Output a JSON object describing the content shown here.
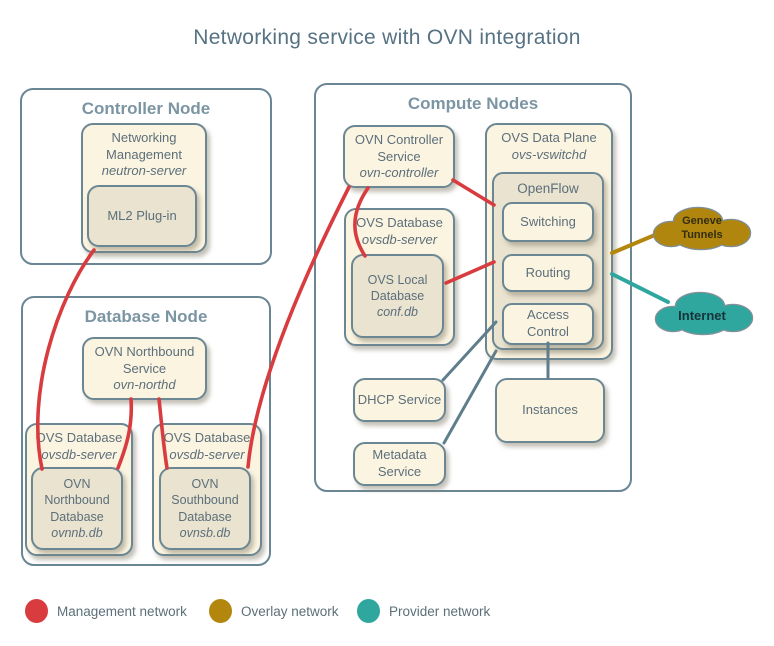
{
  "title": "Networking service with OVN integration",
  "controller_node": {
    "title": "Controller Node",
    "networking_management": {
      "title": "Networking Management",
      "subtitle": "neutron-server",
      "ml2_plugin": "ML2 Plug-in"
    }
  },
  "database_node": {
    "title": "Database Node",
    "northbound_service": {
      "title": "OVN Northbound Service",
      "subtitle": "ovn-northd"
    },
    "nb_ovsdb": {
      "title": "OVS Database",
      "subtitle": "ovsdb-server",
      "inner_title": "OVN Northbound Database",
      "inner_subtitle": "ovnnb.db"
    },
    "sb_ovsdb": {
      "title": "OVS Database",
      "subtitle": "ovsdb-server",
      "inner_title": "OVN Southbound Database",
      "inner_subtitle": "ovnsb.db"
    }
  },
  "compute_nodes": {
    "title": "Compute Nodes",
    "ovn_controller": {
      "title": "OVN Controller Service",
      "subtitle": "ovn-controller"
    },
    "ovs_database": {
      "title": "OVS Database",
      "subtitle": "ovsdb-server",
      "inner_title": "OVS Local Database",
      "inner_subtitle": "conf.db"
    },
    "ovs_data_plane": {
      "title": "OVS Data Plane",
      "subtitle": "ovs-vswitchd",
      "openflow": "OpenFlow",
      "switching": "Switching",
      "routing": "Routing",
      "access_control": "Access Control"
    },
    "dhcp_service": "DHCP Service",
    "metadata_service": "Metadata Service",
    "instances": "Instances"
  },
  "clouds": {
    "geneve": {
      "line1": "Geneve",
      "line2": "Tunnels"
    },
    "internet": {
      "label": "Internet"
    }
  },
  "legend": [
    {
      "label": "Management network",
      "color": "#d83c3f"
    },
    {
      "label": "Overlay network",
      "color": "#b3870d"
    },
    {
      "label": "Provider network",
      "color": "#2fa79e"
    }
  ],
  "colors": {
    "management_network": "#d83c3f",
    "overlay_network": "#b3870d",
    "provider_network": "#2fa79e",
    "box_fill": "#fbf4e1",
    "inner_box_fill": "#e9e3d0",
    "border": "#6b8793",
    "text": "#5c6f7a"
  }
}
